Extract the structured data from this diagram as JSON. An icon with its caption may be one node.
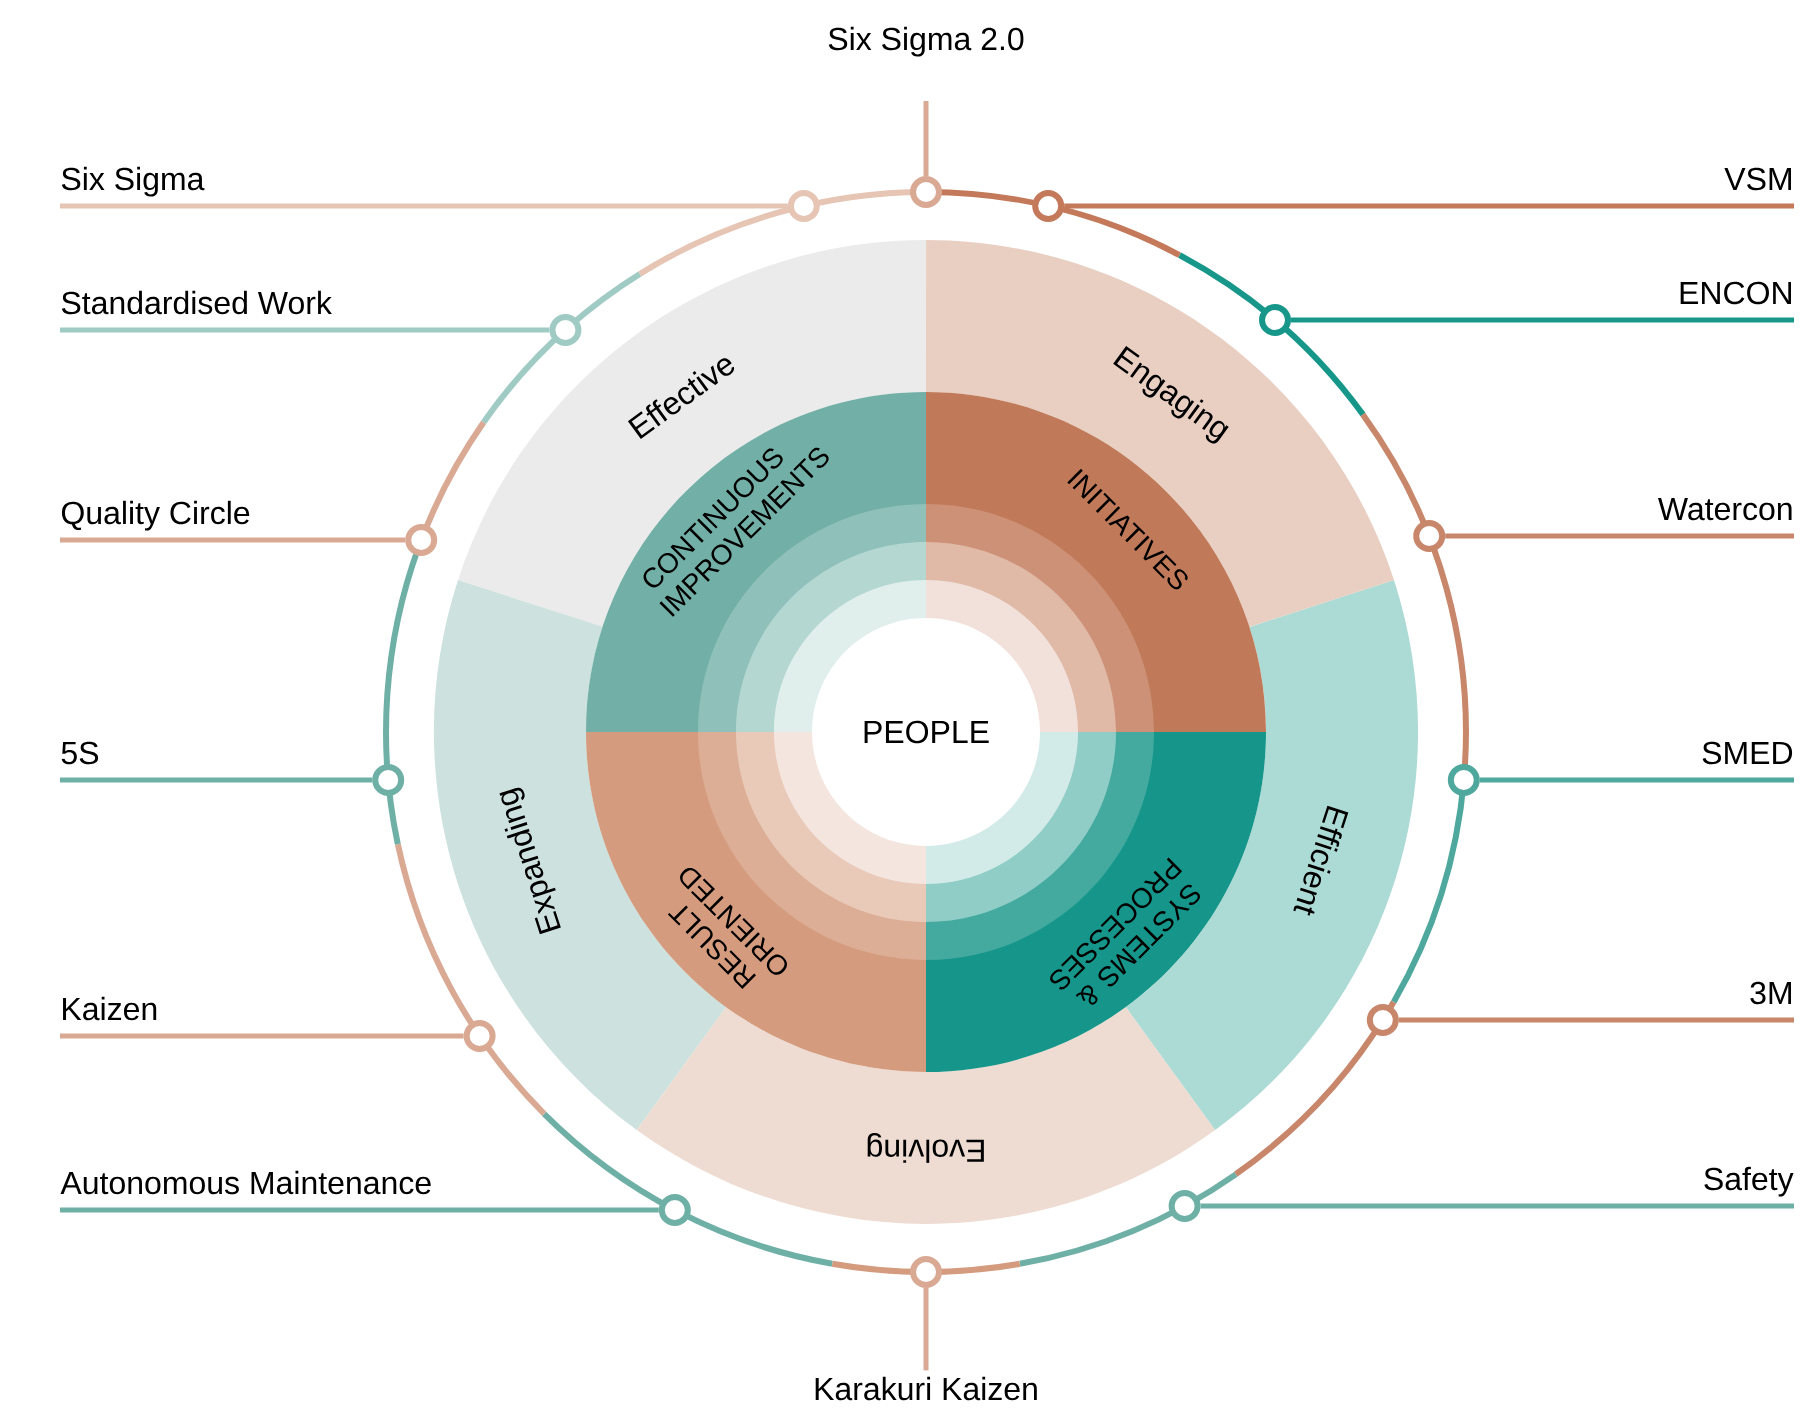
{
  "diagram": {
    "nodes": [
      {
        "text": [
          "Six Sigma 2.0"
        ]
      },
      {
        "text": [
          "Six Sigma"
        ]
      },
      {
        "text": [
          "VSM"
        ]
      },
      {
        "text": [
          "Standardised Work"
        ]
      },
      {
        "text": [
          "ENCON"
        ]
      },
      {
        "text": [
          "Quality Circle"
        ]
      },
      {
        "text": [
          "Watercon"
        ]
      },
      {
        "text": [
          "5S"
        ]
      },
      {
        "text": [
          "SMED"
        ]
      },
      {
        "text": [
          "Kaizen"
        ]
      },
      {
        "text": [
          "3M"
        ]
      },
      {
        "text": [
          "Autonomous Maintenance"
        ]
      },
      {
        "text": [
          "Safety"
        ]
      },
      {
        "text": [
          "Karakuri Kaizen"
        ]
      },
      {
        "text": [],
        "shape": "circle"
      },
      {
        "text": [],
        "shape": "circle"
      },
      {
        "text": [],
        "shape": "circle"
      },
      {
        "text": [],
        "shape": "circle"
      },
      {
        "text": [],
        "shape": "circle"
      },
      {
        "text": [],
        "shape": "circle"
      },
      {
        "text": [],
        "shape": "circle"
      },
      {
        "text": [],
        "shape": "circle"
      },
      {
        "text": [],
        "shape": "circle"
      },
      {
        "text": [],
        "shape": "circle"
      },
      {
        "text": [],
        "shape": "circle"
      },
      {
        "text": [],
        "shape": "circle"
      },
      {
        "text": [],
        "shape": "circle"
      },
      {
        "text": [],
        "shape": "circle"
      },
      {
        "text": [
          "Effective"
        ]
      },
      {
        "text": [
          "Engaging"
        ]
      },
      {
        "text": [
          "CONTINUOUS IMPROVEMENTS"
        ]
      },
      {
        "text": [
          "INITIATIVES"
        ]
      },
      {
        "text": [
          "PEOPLE"
        ]
      },
      {
        "text": [
          "RESULT ORIENTED"
        ]
      },
      {
        "text": [
          "SYSTEMS & PROCESSES"
        ]
      },
      {
        "text": [
          "Expanding"
        ]
      },
      {
        "text": [
          "Efficient"
        ]
      },
      {
        "text": [
          "Evolving"
        ]
      }
    ],
    "edges": [
      {
        "from": 0,
        "to": 14,
        "arrow": "none"
      },
      {
        "from": 1,
        "to": 15,
        "arrow": "none",
        "color": "#e6c5b4"
      },
      {
        "from": 2,
        "to": 16,
        "arrow": "none",
        "color": "#c47a5a"
      },
      {
        "from": 3,
        "to": 17,
        "arrow": "none",
        "color": "#9fcbc4"
      },
      {
        "from": 4,
        "to": 18,
        "arrow": "none",
        "color": "#16978a"
      },
      {
        "from": 5,
        "to": 19,
        "arrow": "none"
      },
      {
        "from": 6,
        "to": 20,
        "arrow": "none",
        "color": "#c8866a"
      },
      {
        "from": 7,
        "to": 21,
        "arrow": "none",
        "color": "#6fb0a6"
      },
      {
        "from": 8,
        "to": 22,
        "arrow": "none",
        "color": "#4fa89d"
      },
      {
        "from": 9,
        "to": 23,
        "arrow": "none"
      },
      {
        "from": 10,
        "to": 24,
        "arrow": "none",
        "color": "#c8866a"
      },
      {
        "from": 11,
        "to": 25,
        "arrow": "none",
        "color": "#6fb0a6"
      },
      {
        "from": 12,
        "to": 26,
        "arrow": "none",
        "color": "#6fb0a6"
      },
      {
        "from": 13,
        "to": 27,
        "arrow": "none"
      }
    ]
  }
}
